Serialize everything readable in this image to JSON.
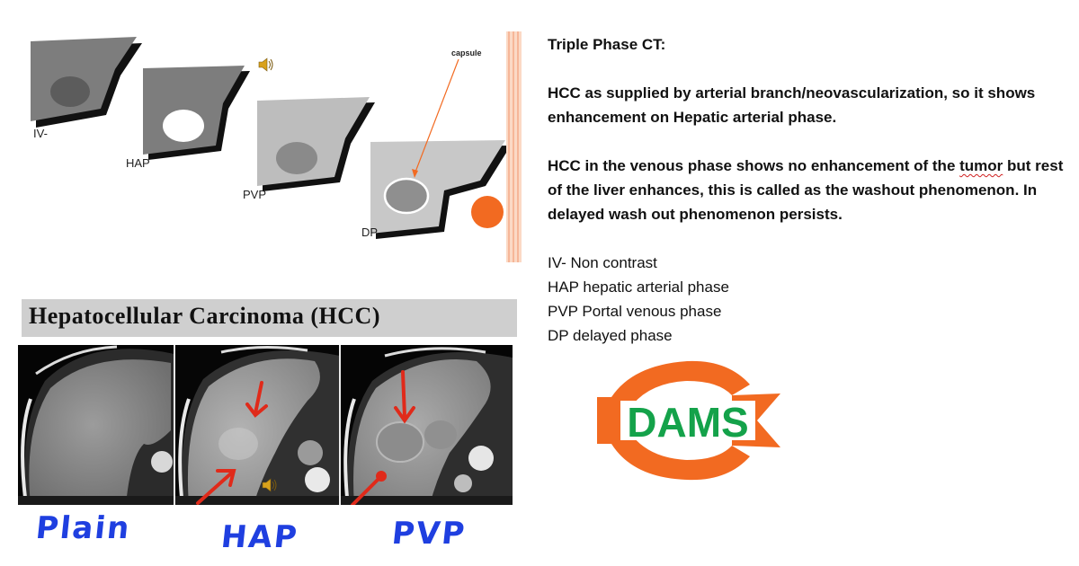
{
  "diagram": {
    "phases": [
      "IV-",
      "HAP",
      "PVP",
      "DP"
    ],
    "capsule_label": "capsule"
  },
  "banner": {
    "title": "Hepatocellular Carcinoma (HCC)"
  },
  "ct_strip": {
    "handwritten_labels": [
      "Plain",
      "HAP",
      "PVP"
    ]
  },
  "text": {
    "heading": "Triple Phase CT:",
    "p1_line1": "HCC as supplied by arterial branch/neovascularization, so it shows",
    "p1_line2": "enhancement on Hepatic arterial phase.",
    "p2_line1_pre": "HCC in the venous phase shows no enhancement of the ",
    "p2_line1_word": "tumor",
    "p2_line1_post": " but rest",
    "p2_line2": "of the liver enhances, this is called as the washout phenomenon. In",
    "p2_line3": "delayed wash out phenomenon persists.",
    "legend": [
      "IV- Non contrast",
      "HAP hepatic arterial phase",
      "PVP Portal venous phase",
      "DP delayed phase"
    ]
  },
  "logo": {
    "text": "DAMS"
  },
  "colors": {
    "accent_orange": "#f26a21",
    "logo_green": "#14a24a",
    "handwriting_blue": "#1f3fe0",
    "arrow_red": "#e02a1a"
  }
}
